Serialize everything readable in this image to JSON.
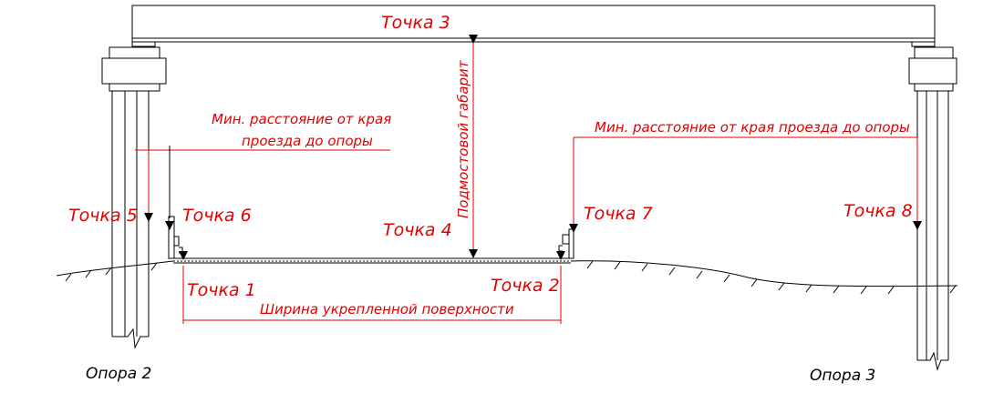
{
  "points": {
    "p1": "Точка  1",
    "p2": "Точка  2",
    "p3": "Точка  3",
    "p4": "Точка  4",
    "p5": "Точка  5",
    "p6": "Точка  6",
    "p7": "Точка  7",
    "p8": "Точка  8"
  },
  "dimensions": {
    "min_left_line1": "Мин. расстояние от края",
    "min_left_line2": "проезда до опоры",
    "min_right": "Мин. расстояние от края проезда до опоры",
    "clearance": "Подмостовой габарит",
    "width": "Ширина укрепленной поверхности"
  },
  "supports": {
    "left": "Опора  2",
    "right": "Опора  3"
  },
  "colors": {
    "annotation": "#e10000",
    "drawing": "#000000"
  }
}
